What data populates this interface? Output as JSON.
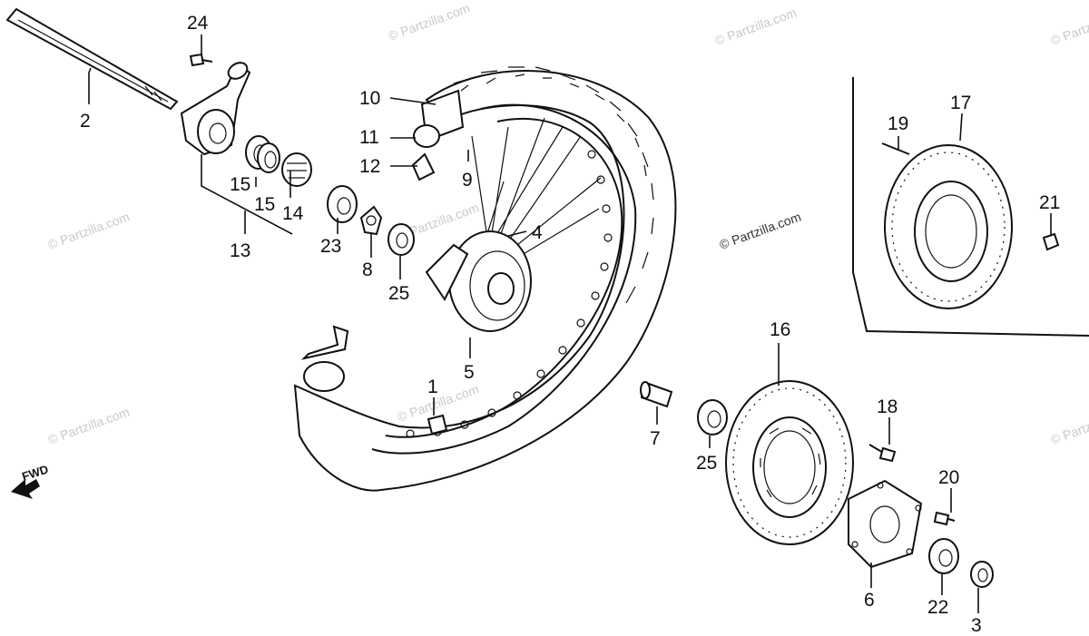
{
  "watermark": "© Partzilla.com",
  "direction_label": "FWD",
  "callouts": [
    "24",
    "2",
    "15",
    "15",
    "14",
    "13",
    "23",
    "8",
    "25",
    "10",
    "11",
    "12",
    "9",
    "4",
    "5",
    "1",
    "7",
    "25",
    "16",
    "17",
    "19",
    "21",
    "18",
    "20",
    "6",
    "22",
    "3"
  ]
}
